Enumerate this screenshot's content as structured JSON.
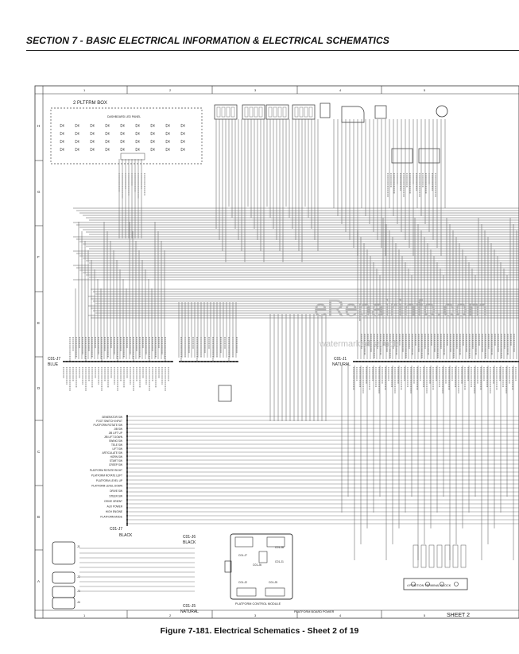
{
  "header": {
    "section_title": "SECTION 7 - BASIC ELECTRICAL INFORMATION & ELECTRICAL SCHEMATICS"
  },
  "caption": "Figure 7-181.  Electrical Schematics - Sheet 2 of 19",
  "watermark": {
    "main": "eRepairinfo.com",
    "sub": "watermarked sample"
  },
  "diagram": {
    "grid_columns": [
      "1",
      "2",
      "3",
      "4",
      "5"
    ],
    "grid_rows": [
      "H",
      "G",
      "F",
      "E",
      "D",
      "C",
      "B",
      "A"
    ],
    "platform_box_label": "2 PLTFRM BOX",
    "leds_label": "DASHBOARD LED PANEL",
    "connectors": {
      "c1": {
        "id": "C01-J7",
        "color": "BLUE"
      },
      "c2": {
        "id": "C01-J1",
        "color": "NATURAL"
      },
      "c3": {
        "id": "C01-J7",
        "color": "BLACK"
      },
      "c4": {
        "id": "C01-J6",
        "color": "BLACK"
      },
      "c5": {
        "id": "C01-J5",
        "color": "NATURAL"
      },
      "c6": {
        "id": "C01-J8",
        "color": "POWER"
      }
    },
    "module_labels": [
      "C01-J7",
      "C01-J8",
      "C01-J6",
      "C01-J1",
      "C01-J2",
      "C01-J5"
    ],
    "module_title": "PLATFORM CONTROL MODULE",
    "power_label": "PLATFORM BOARD POWER",
    "terminal_label": "4 POSITION TERMINAL BLOCK",
    "sheet_label": "SHEET 2",
    "switch_labels": [
      "GENERATOR SW",
      "FOOT SWITCH INPUT",
      "PLATFORM ROTATE SW",
      "JIB SW",
      "JIB LIFT UP",
      "JIB LIFT DOWN",
      "SWING SW",
      "TELE SW",
      "LIFT SW",
      "ARTICULATE SW",
      "HORN SW",
      "START SW",
      "CREEP SW"
    ],
    "mid_labels": [
      "PLATFORM ROTATE RIGHT",
      "PLATFORM ROTATE LEFT",
      "PLATFORM LEVEL UP",
      "PLATFORM LEVEL DOWN",
      "DRIVE SW",
      "STEER SW",
      "DRIVE ORIENT",
      "AUX POWER",
      "HIGH ENGINE",
      "PLATFORM MODE"
    ],
    "small_conn_labels": [
      "J1",
      "J2",
      "J3",
      "J4"
    ]
  }
}
